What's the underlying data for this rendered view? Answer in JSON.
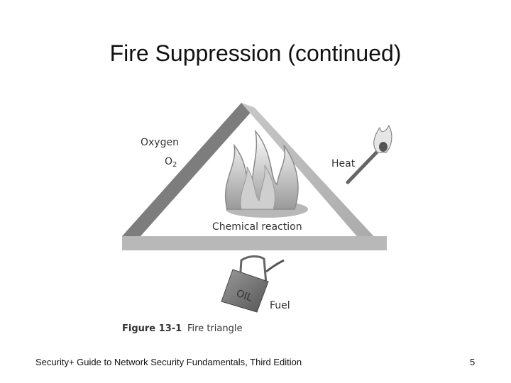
{
  "slide": {
    "title": "Fire Suppression (continued)",
    "footer": "Security+ Guide to Network Security Fundamentals, Third Edition",
    "page_number": "5"
  },
  "figure": {
    "labels": {
      "oxygen": "Oxygen",
      "o2_main": "O",
      "o2_sub": "2",
      "heat": "Heat",
      "chemical_reaction": "Chemical reaction",
      "fuel": "Fuel",
      "oil": "OIL"
    },
    "caption_number": "Figure 13-1",
    "caption_text": "Fire triangle"
  },
  "colors": {
    "triangle_dark": "#7d7d7d",
    "triangle_light": "#c4c4c4",
    "text": "#333333"
  }
}
